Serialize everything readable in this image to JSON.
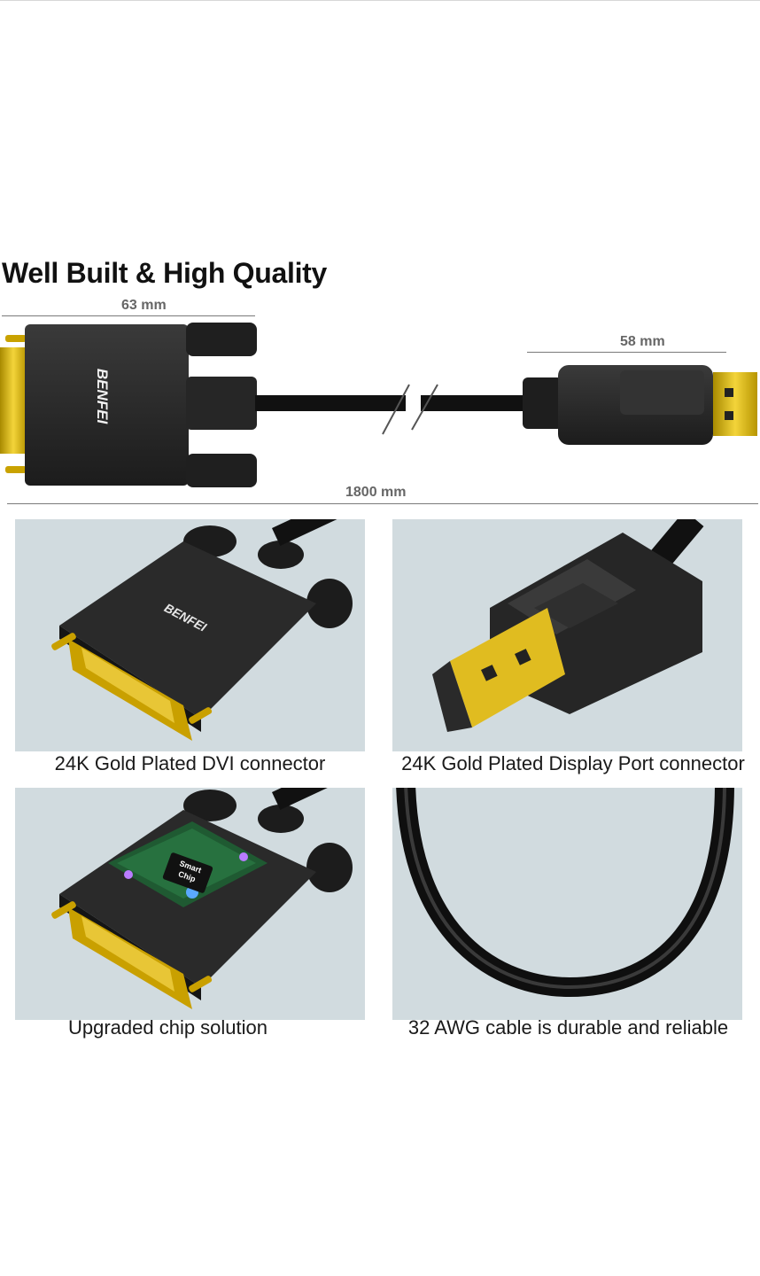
{
  "header": {
    "title": "Well Built & High Quality"
  },
  "dimensions": {
    "dvi_length": "63 mm",
    "dp_length": "58 mm",
    "cable_length": "1800 mm"
  },
  "brand": "BENFEI",
  "chip_label_line1": "Smart",
  "chip_label_line2": "Chip",
  "features": [
    {
      "caption": "24K Gold Plated DVI connector",
      "icon": "dvi-connector-icon"
    },
    {
      "caption": "24K Gold Plated Display Port connector",
      "icon": "displayport-connector-icon"
    },
    {
      "caption": "Upgraded chip solution",
      "icon": "smart-chip-icon"
    },
    {
      "caption": "32 AWG cable is durable and reliable",
      "icon": "cable-loop-icon"
    }
  ],
  "colors": {
    "connector_body": "#2b2b2b",
    "gold": "#d9b100",
    "panel_bg": "#d1dbdf"
  }
}
